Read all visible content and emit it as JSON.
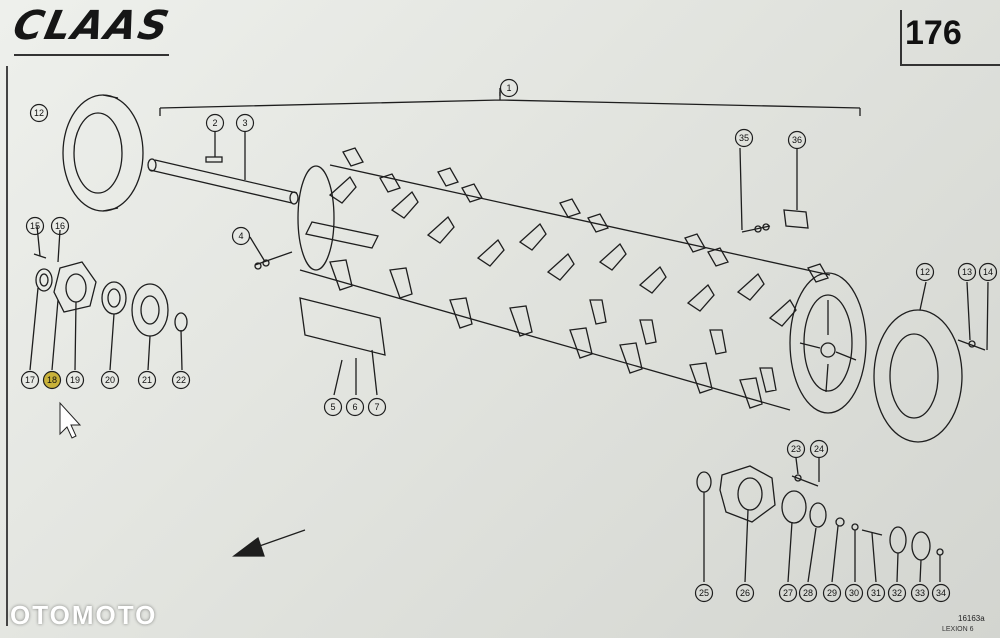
{
  "header": {
    "brand": "CLAAS",
    "page_number": "176"
  },
  "callouts": [
    "1",
    "2",
    "3",
    "4",
    "5",
    "6",
    "7",
    "12",
    "15",
    "16",
    "17",
    "18",
    "19",
    "20",
    "21",
    "22",
    "23",
    "24",
    "25",
    "26",
    "27",
    "28",
    "29",
    "30",
    "31",
    "32",
    "33",
    "34",
    "35",
    "36",
    "12",
    "13",
    "14"
  ],
  "highlighted_callout": "18",
  "footer": {
    "watermark": "OTOMOTO",
    "drawing_ref": "16163a",
    "partial_code": "LEXION 6"
  },
  "colors": {
    "line": "#1e1e1e",
    "paper": "#ebede8",
    "highlight": "#c9b23a"
  }
}
